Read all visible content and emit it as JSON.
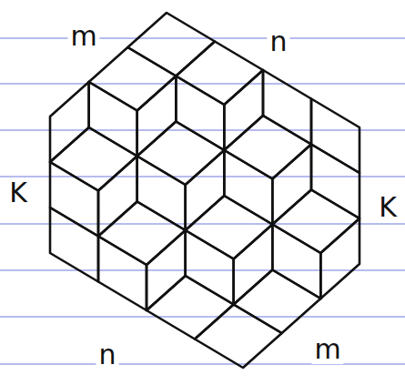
{
  "diagram": {
    "labels": [
      "m",
      "n",
      "K",
      "K",
      "n",
      "m"
    ]
  }
}
